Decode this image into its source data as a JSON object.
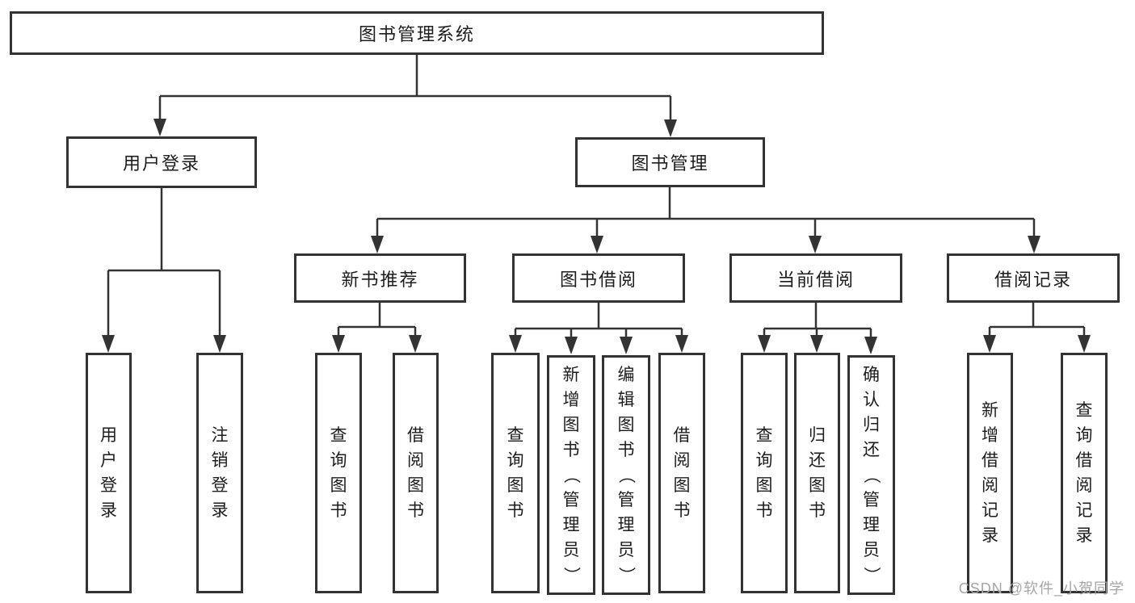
{
  "colors": {
    "line": "#333333",
    "text": "#1d1d1d",
    "node_bg": "#ffffff",
    "watermark": "#a6a6a6"
  },
  "root": {
    "label": "图书管理系统"
  },
  "level2": [
    {
      "label": "用户登录"
    },
    {
      "label": "图书管理"
    }
  ],
  "level3": [
    {
      "label": "新书推荐"
    },
    {
      "label": "图书借阅"
    },
    {
      "label": "当前借阅"
    },
    {
      "label": "借阅记录"
    }
  ],
  "leaves": [
    {
      "label": "用户登录"
    },
    {
      "label": "注销登录"
    },
    {
      "label": "查询图书"
    },
    {
      "label": "借阅图书"
    },
    {
      "label": "查询图书"
    },
    {
      "label": "新增图书（管理员）"
    },
    {
      "label": "编辑图书（管理员）"
    },
    {
      "label": "借阅图书"
    },
    {
      "label": "查询图书"
    },
    {
      "label": "归还图书"
    },
    {
      "label": "确认归还（管理员）"
    },
    {
      "label": "新增借阅记录"
    },
    {
      "label": "查询借阅记录"
    }
  ],
  "watermark": {
    "text": "CSDN @软件_小贺同学"
  }
}
